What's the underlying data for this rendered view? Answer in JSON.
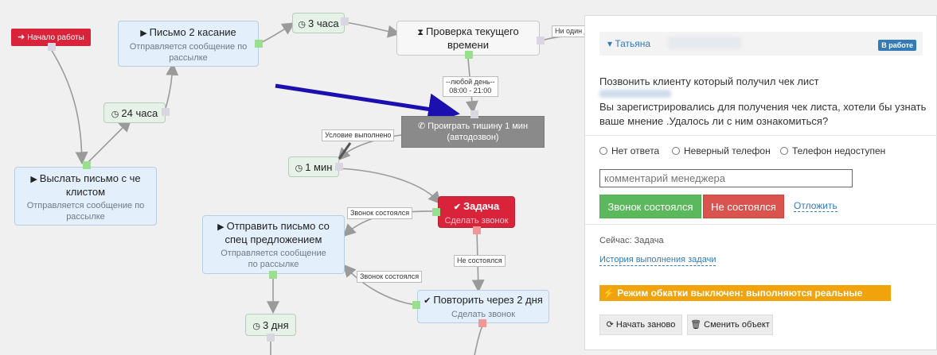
{
  "start_button": {
    "icon": "sign-in-icon",
    "label": "Начало работы"
  },
  "nodes": {
    "letter2": {
      "title": "Письмо 2 касание",
      "sub": "Отправляется сообщение по рассылке"
    },
    "wait3h": {
      "title": "3 часа"
    },
    "check_time": {
      "title": "Проверка текущего времени"
    },
    "wait24h": {
      "title": "24 часа"
    },
    "send_list": {
      "title": "Выслать письмо с че клистом",
      "sub": "Отправляется сообщение по рассылке"
    },
    "silence": {
      "title": "Проиграть тишину 1 мин (автодозвон)"
    },
    "wait1m": {
      "title": "1 мин"
    },
    "task": {
      "title": "Задача",
      "sub": "Сделать звонок"
    },
    "special": {
      "title": "Отправить письмо со спец предложением",
      "sub": "Отправляется сообщение по рассылке"
    },
    "repeat2d": {
      "title": "Повторить через 2 дня",
      "sub": "Сделать звонок"
    },
    "wait3d": {
      "title": "3 дня"
    }
  },
  "edge_labels": {
    "not_one_day": "Ни один д",
    "any_day_1": "--любой день--",
    "any_day_2": "08:00 - 21:00",
    "condition": "Условие выполнено",
    "call_done_1": "Звонок состоялся",
    "not_done": "Не состоялся",
    "call_done_2": "Звонок состоялся"
  },
  "panel": {
    "name": "Татьяна",
    "status_badge": "В работе",
    "task_text_1": "Позвонить клиенту который получил чек лист",
    "task_text_2": "Вы зарегистрировались для получения чек листа, хотели бы узнать",
    "task_text_3": "ваше мнение .Удалось ли с ним ознакомиться?",
    "radios": [
      "Нет ответа",
      "Неверный телефон",
      "Телефон недоступен"
    ],
    "comment_placeholder": "комментарий менеджера",
    "btn_ok": "Звонок состоялся",
    "btn_fail": "Не состоялся",
    "btn_postpone": "Отложить",
    "now_text": "Сейчас: Задача",
    "history_link": "История выполнения задачи",
    "warning": "Режим обкатки выключен: выполняются реальные действия",
    "restart": "Начать заново",
    "change_obj": "Сменить объект"
  },
  "colors": {
    "accent": "#337ab7",
    "success": "#5cb85c",
    "danger": "#d9534f",
    "warning": "#f0a30a",
    "arrow": "#1c0fb0"
  }
}
